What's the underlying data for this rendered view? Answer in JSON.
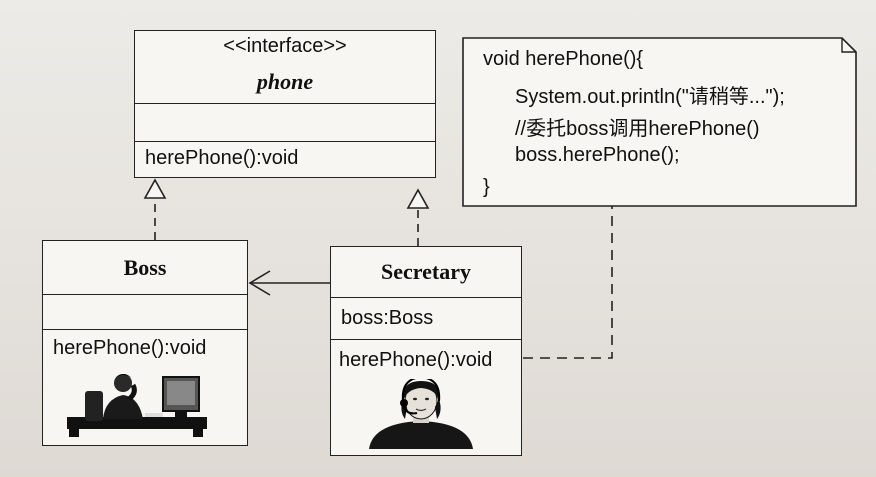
{
  "interface_class": {
    "stereotype": "<<interface>>",
    "name": "phone",
    "method": "herePhone():void"
  },
  "boss_class": {
    "name": "Boss",
    "method": "herePhone():void",
    "picture": "person-at-desk-icon"
  },
  "secretary_class": {
    "name": "Secretary",
    "attribute": "boss:Boss",
    "method": "herePhone():void",
    "picture": "person-with-headset-icon"
  },
  "note": {
    "lines": [
      "void herePhone(){",
      "System.out.println(\"请稍等...\");",
      "//委托boss调用herePhone()",
      "boss.herePhone();",
      "}"
    ]
  },
  "colors": {
    "line": "#222222",
    "box_fill": "#f7f6f3",
    "background": "#e9e6e1"
  }
}
